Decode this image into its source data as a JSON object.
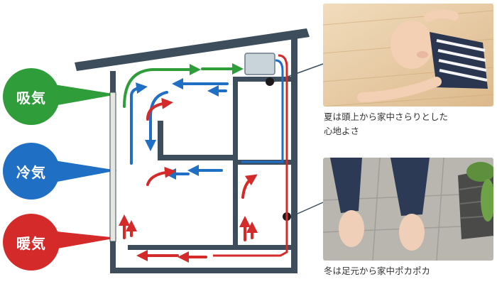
{
  "legend": [
    {
      "label": "吸気",
      "color": "#2e9d3a"
    },
    {
      "label": "冷気",
      "color": "#1f6fc4"
    },
    {
      "label": "暖気",
      "color": "#d42a2a"
    }
  ],
  "captions": {
    "summer": [
      "夏は頭上から家中さらりとした",
      "心地よさ"
    ],
    "winter": "冬は足元から家中ポカポカ"
  },
  "colors": {
    "intake": "#2e9d3a",
    "cool": "#1f6fc4",
    "warm": "#d42a2a",
    "wall": "#3d4d5c"
  },
  "photos": [
    {
      "name": "baby-photo",
      "subject": "baby lying on wooden floor"
    },
    {
      "name": "feet-photo",
      "subject": "bare feet on tiled floor"
    }
  ]
}
